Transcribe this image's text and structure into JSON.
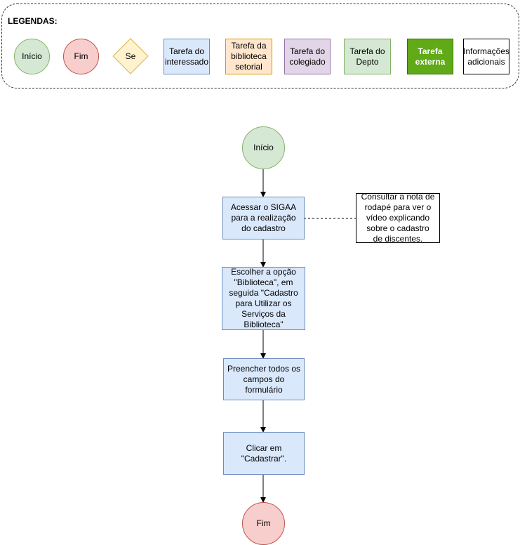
{
  "legend": {
    "title": "LEGENDAS:",
    "inicio": "Início",
    "fim": "Fim",
    "se": "Se",
    "interessado": "Tarefa do interessado",
    "biblioteca": "Tarefa da biblioteca setorial",
    "colegiado": "Tarefa do colegiado",
    "depto": "Tarefa do Depto",
    "externa": "Tarefa externa",
    "informacoes": "Informações adicionais"
  },
  "flow": {
    "start": "Início",
    "step1": "Acessar o SIGAA para a realização do cadastro",
    "step2": "Escolher a opção \"Biblioteca\", em seguida \"Cadastro para Utilizar os Serviços da Biblioteca\"",
    "step3": "Preencher todos os campos do formulário",
    "step4": "Clicar em \"Cadastrar\".",
    "end": "Fim",
    "note": "Consultar a nota de rodapé para ver o vídeo explicando sobre o cadastro de discentes."
  },
  "colors": {
    "inicio": "#d5e8d4",
    "fim": "#f8cecc",
    "se": "#fff2cc",
    "interessado": "#dae8fc",
    "biblioteca": "#ffe6cc",
    "colegiado": "#e1d5e7",
    "depto": "#d5e8d4",
    "externa": "#60a917"
  }
}
